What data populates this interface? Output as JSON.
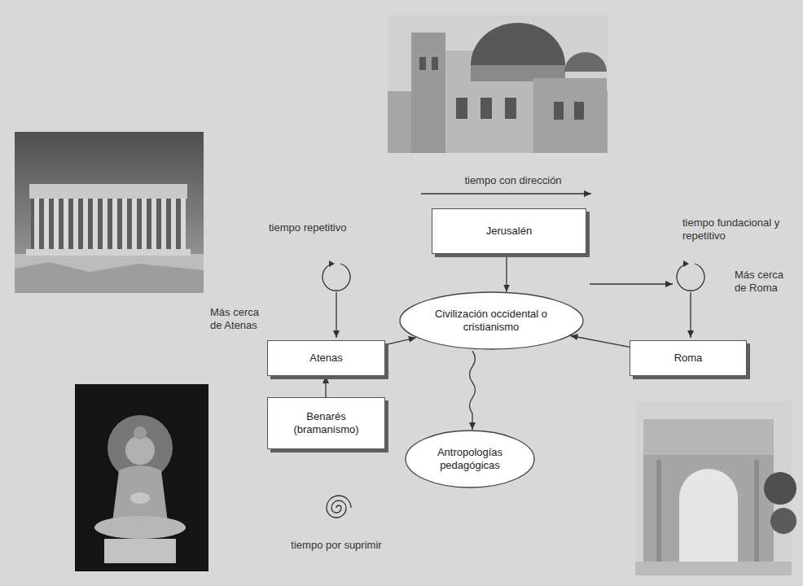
{
  "diagram": {
    "nodes": [
      {
        "text": [
          "Jerusalén"
        ]
      },
      {
        "text": [
          "Civilización occidental o cristianismo"
        ]
      },
      {
        "text": [
          "Atenas"
        ]
      },
      {
        "text": [
          "Roma"
        ]
      },
      {
        "text": [
          "Benarés (bramanismo)"
        ]
      },
      {
        "text": [
          "Antropologías pedagógicas"
        ]
      }
    ],
    "edges": [
      {
        "from": 0,
        "to": 1,
        "arrow": "to"
      },
      {
        "from": 2,
        "to": 1,
        "arrow": "to"
      },
      {
        "from": 3,
        "to": 1,
        "arrow": "to"
      },
      {
        "from": 4,
        "to": 2,
        "arrow": "to"
      },
      {
        "from": 1,
        "to": 5,
        "arrow": "to"
      }
    ],
    "labels": [
      "tiempo con dirección",
      "tiempo repetitivo",
      "Más cerca de Atenas",
      "tiempo fundacional y repetitivo",
      "Más cerca de Roma",
      "tiempo por suprimir"
    ]
  }
}
